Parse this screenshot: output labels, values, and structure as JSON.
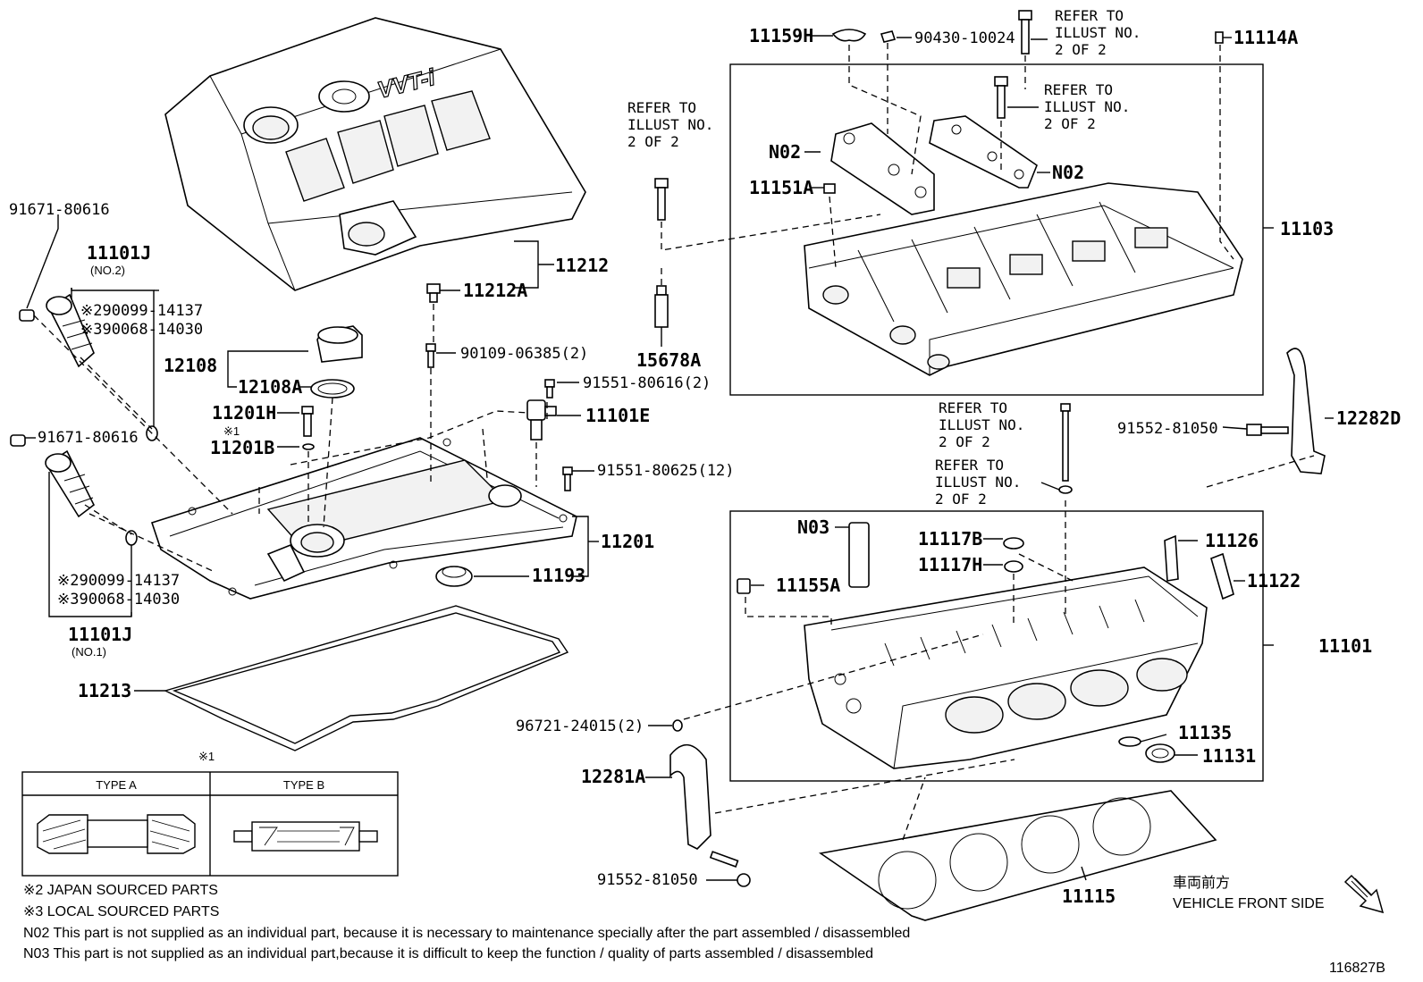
{
  "labels": {
    "l_91671_80616_top": "91671-80616",
    "l_11101J_top": "11101J",
    "l_no2": "(NO.2)",
    "l_290099_top": "※290099-14137",
    "l_390068_top": "※390068-14030",
    "l_91671_80616_mid": "91671-80616",
    "l_290099_bot": "※290099-14137",
    "l_390068_bot": "※390068-14030",
    "l_11101J_bot": "11101J",
    "l_no1": "(NO.1)",
    "l_11212": "11212",
    "l_11212A": "11212A",
    "l_12108": "12108",
    "l_12108A": "12108A",
    "l_90109": "90109-06385(2)",
    "l_11201H": "11201H",
    "l_x1_small": "※1",
    "l_11201B": "11201B",
    "l_91551_80616": "91551-80616(2)",
    "l_11101E": "11101E",
    "l_91551_80625": "91551-80625(12)",
    "l_11201": "11201",
    "l_11193": "11193",
    "l_11213": "11213",
    "l_x1_table": "※1",
    "l_11159H": "11159H",
    "l_90430": "90430-10024",
    "l_11114A": "11114A",
    "l_N02_left": "N02",
    "l_N02_right": "N02",
    "l_11151A": "11151A",
    "l_11103": "11103",
    "l_15678A": "15678A",
    "l_91552_81050_right": "91552-81050",
    "l_12282D": "12282D",
    "l_N03": "N03",
    "l_11117B": "11117B",
    "l_11117H": "11117H",
    "l_11155A": "11155A",
    "l_11126": "11126",
    "l_11122": "11122",
    "l_11101": "11101",
    "l_96721": "96721-24015(2)",
    "l_11135": "11135",
    "l_11131": "11131",
    "l_12281A": "12281A",
    "l_91552_81050_bot": "91552-81050",
    "l_11115": "11115"
  },
  "refer_notes": {
    "r1": [
      "REFER TO",
      "ILLUST NO.",
      "2 OF 2"
    ],
    "r2": [
      "REFER TO",
      "ILLUST NO.",
      "2 OF 2"
    ],
    "r3": [
      "REFER TO",
      "ILLUST NO.",
      "2 OF 2"
    ],
    "r4": [
      "REFER TO",
      "ILLUST NO.",
      "2 OF 2"
    ],
    "r5": [
      "REFER TO",
      "ILLUST NO.",
      "2 OF 2"
    ]
  },
  "cover_text": "VVT-i",
  "type_table": {
    "type_a": "TYPE A",
    "type_b": "TYPE B"
  },
  "notes": {
    "japan": "※2 JAPAN SOURCED PARTS",
    "local": "※3 LOCAL SOURCED PARTS",
    "n02": "N02  This part is not supplied as an individual part, because it is necessary to maintenance specially after the part assembled / disassembled",
    "n03": "N03 This part is not supplied as an individual part,because it is difficult to keep the function / quality of parts assembled / disassembled"
  },
  "vehicle_front": {
    "japanese": "車両前方",
    "english": "VEHICLE FRONT SIDE"
  },
  "illustration_number": "116827B"
}
